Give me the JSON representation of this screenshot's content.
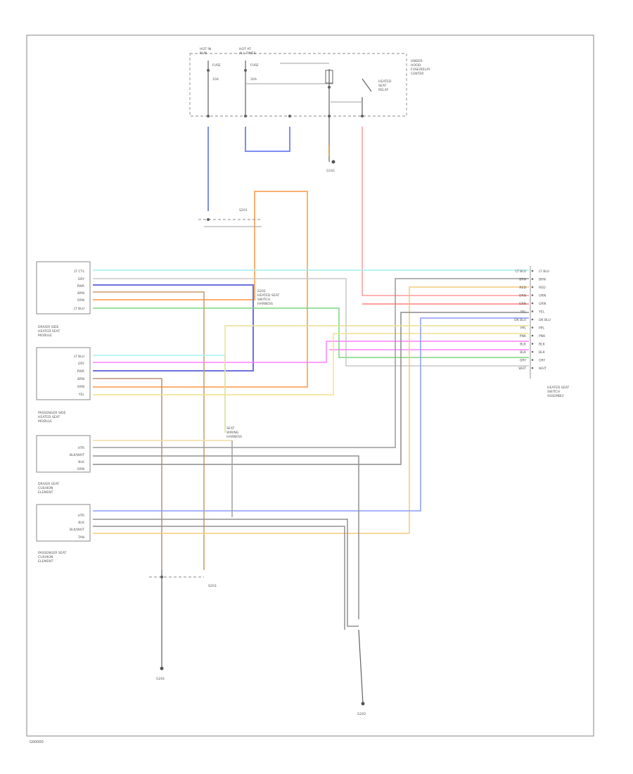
{
  "footer_code": "G00000",
  "fuse_block": {
    "left_col": [
      "HOT IN",
      "RUN"
    ],
    "right_col": [
      "HOT AT",
      "ALL TIMES"
    ],
    "fuse_left": [
      "FUSE",
      "10A"
    ],
    "fuse_right": [
      "FUSE",
      "20A"
    ],
    "caption": [
      "UNDER-",
      "HOOD",
      "FUSE/RELAY",
      "CENTER"
    ],
    "relay": [
      "HEATED",
      "SEAT",
      "RELAY"
    ]
  },
  "drv_module": {
    "pins": [
      "LT CTL",
      "GRY",
      "PWR",
      "BRN",
      "ORN",
      "LT BLU"
    ],
    "caption": [
      "DRIVER SIDE",
      "HEATED SEAT",
      "MODULE"
    ]
  },
  "pass_module": {
    "pins": [
      "LT BLU",
      "GRY",
      "PWR",
      "BRN",
      "ORN",
      "YEL"
    ],
    "caption": [
      "PASSENGER SIDE",
      "HEATED SEAT",
      "MODULE"
    ]
  },
  "drv_seat": {
    "pins": [
      "HTR",
      "BLK/WHT",
      "BLK",
      "ORN"
    ],
    "caption": [
      "DRIVER SEAT",
      "CUSHION",
      "ELEMENT"
    ]
  },
  "pass_seat": {
    "pins": [
      "HTR",
      "BLK",
      "BLK/WHT",
      "TAN"
    ],
    "caption": [
      "PASSENGER SEAT",
      "CUSHION",
      "ELEMENT"
    ]
  },
  "right_connector": {
    "pins": [
      "LT BLU",
      "BRN",
      "RED",
      "ORN",
      "GRN",
      "YEL",
      "DK BLU",
      "PPL",
      "PNK",
      "BLK",
      "BLK",
      "GRY",
      "WHT"
    ],
    "caption": [
      "HEATED SEAT",
      "SWITCH",
      "ASSEMBLY"
    ]
  },
  "splices": {
    "upper": [
      "S201"
    ],
    "mid": [
      "S202",
      "HEATED SEAT",
      "SWITCH",
      "HARNESS"
    ],
    "seat": [
      "SEAT",
      "WIRING",
      "HARNESS"
    ],
    "lower": [
      "S203"
    ]
  },
  "grounds": {
    "left": [
      "G201"
    ],
    "right": [
      "G202"
    ],
    "top": [
      "G101"
    ]
  }
}
